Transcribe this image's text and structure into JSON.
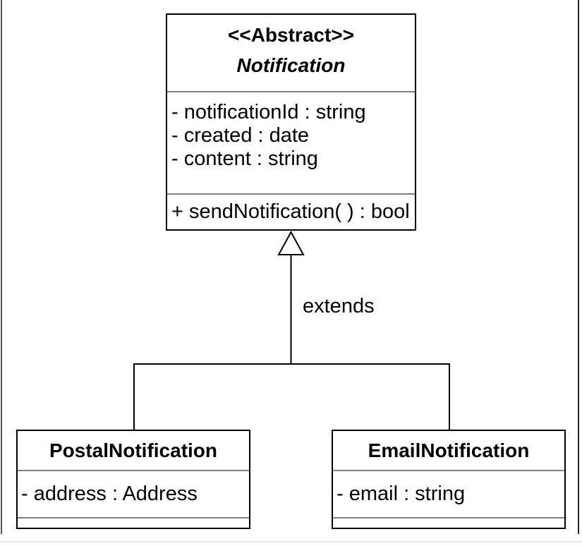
{
  "diagram": {
    "kind": "uml-class-diagram",
    "relationship": {
      "type": "inheritance",
      "label": "extends"
    },
    "classes": [
      {
        "id": "Notification",
        "stereotype": "<<Abstract>>",
        "name": "Notification",
        "attributes": [
          "- notificationId : string",
          "- created : date",
          "- content : string"
        ],
        "methods": [
          "+ sendNotification( ) : bool"
        ]
      },
      {
        "id": "PostalNotification",
        "name": "PostalNotification",
        "attributes": [
          "- address : Address"
        ],
        "methods": []
      },
      {
        "id": "EmailNotification",
        "name": "EmailNotification",
        "attributes": [
          "- email : string"
        ],
        "methods": []
      }
    ],
    "colors": {
      "box_border": "#000000",
      "compartment_divider": "#808080",
      "text": "#000000",
      "background": "#ffffff",
      "frame_left": "#555555",
      "frame_right": "#222222",
      "page_edge": "#e8e8e8"
    }
  }
}
